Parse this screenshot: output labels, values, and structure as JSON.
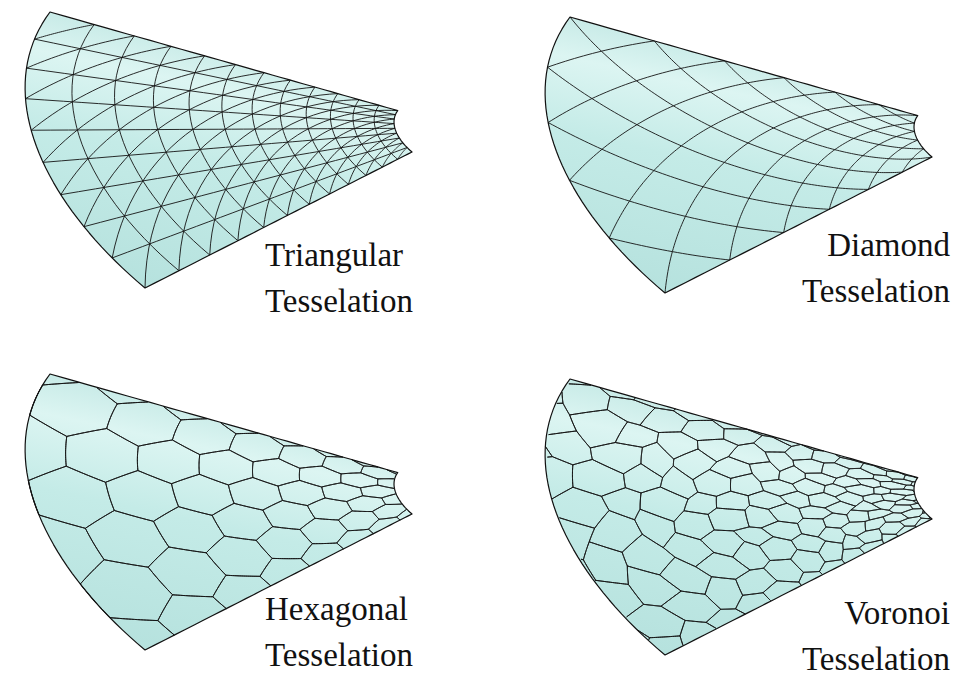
{
  "diagram": {
    "labels": [
      "Triangular Tesselation",
      "Diamond Tesselation",
      "Hexagonal Tesselation",
      "Voronoi Tesselation"
    ]
  }
}
